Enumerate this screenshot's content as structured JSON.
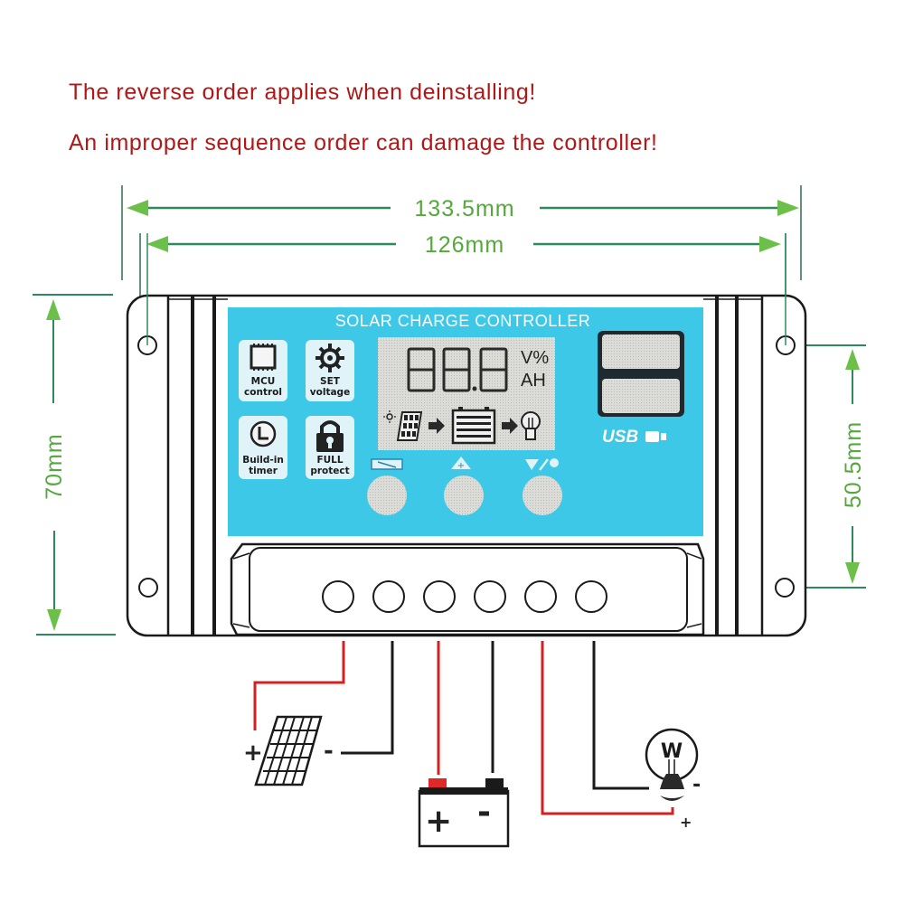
{
  "warnings": [
    "The reverse order applies when deinstalling!",
    "An improper sequence order can damage the controller!"
  ],
  "dimensions": {
    "overall_width": "133.5mm",
    "panel_width": "126mm",
    "overall_height": "70mm",
    "hole_spacing": "50.5mm"
  },
  "controller": {
    "title": "SOLAR CHARGE CONTROLLER",
    "features": [
      {
        "icon": "chip-icon",
        "line1": "MCU",
        "line2": "control"
      },
      {
        "icon": "gear-icon",
        "line1": "SET",
        "line2": "voltage"
      },
      {
        "icon": "clock-icon",
        "line1": "Build-in",
        "line2": "timer"
      },
      {
        "icon": "lock-icon",
        "line1": "FULL",
        "line2": "protect"
      }
    ],
    "lcd": {
      "digits": "88.8",
      "unit_top": "V%",
      "unit_bottom": "AH",
      "flow_icons": [
        "sun-icon",
        "solar-panel-icon",
        "arrow-right-icon",
        "battery-icon",
        "arrow-right-icon",
        "bulb-icon"
      ]
    },
    "buttons": [
      {
        "name": "menu-button",
        "icon": "menu-icon"
      },
      {
        "name": "plus-button",
        "icon": "plus-triangle-icon"
      },
      {
        "name": "minus-load-button",
        "icon": "minus-triangle-load-icon"
      }
    ],
    "usb_label": "USB",
    "terminals_count": 6
  },
  "wiring": {
    "solar": {
      "plus": "+",
      "minus": "-"
    },
    "battery": {
      "plus": "+",
      "minus": "-"
    },
    "load": {
      "plus": "+",
      "minus": "-"
    }
  },
  "colors": {
    "warning_text": "#b01818",
    "dimension": "#55a83c",
    "dimension_line": "#2d8a5c",
    "panel": "#3cc8e6",
    "wire_positive": "#d42020",
    "wire_negative": "#1a1a1a",
    "lcd_bg": "#d9d9d6"
  }
}
